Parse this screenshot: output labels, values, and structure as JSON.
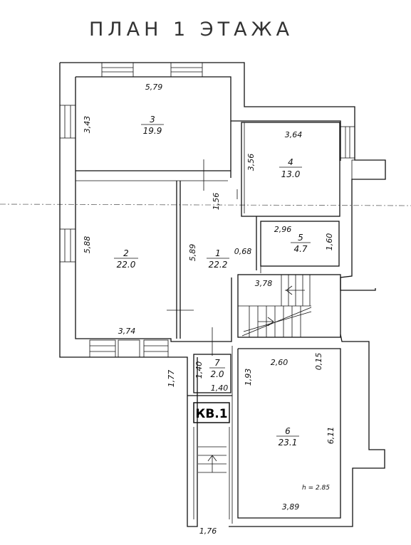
{
  "title": "ПЛАН 1 ЭТАЖА",
  "apartment_label": "КВ.1",
  "ceiling_height": "h = 2.85",
  "rooms": [
    {
      "number": "3",
      "area": "19.9"
    },
    {
      "number": "4",
      "area": "13.0"
    },
    {
      "number": "2",
      "area": "22.0"
    },
    {
      "number": "1",
      "area": "22.2"
    },
    {
      "number": "5",
      "area": "4.7"
    },
    {
      "number": "7",
      "area": "2.0"
    },
    {
      "number": "6",
      "area": "23.1"
    }
  ],
  "dimensions": [
    "5,79",
    "3,43",
    "3,64",
    "3,56",
    "1,56",
    "5,88",
    "5,89",
    "0,68",
    "2,96",
    "1,60",
    "3,78",
    "3,74",
    "1,77",
    "1,40",
    "1,40",
    "1,93",
    "2,60",
    "0,15",
    "6,11",
    "3,89",
    "1,76"
  ]
}
